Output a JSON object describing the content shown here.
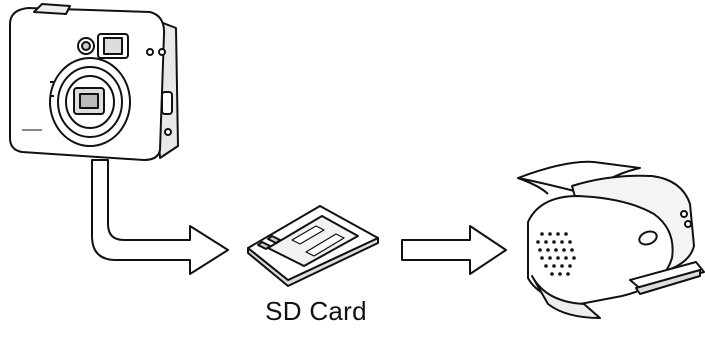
{
  "diagram": {
    "nodes": [
      {
        "id": "camera",
        "icon": "digital-camera-icon"
      },
      {
        "id": "sd-card",
        "icon": "sd-card-icon",
        "label": "SD Card"
      },
      {
        "id": "printer",
        "icon": "printer-icon"
      }
    ],
    "edges": [
      {
        "from": "camera",
        "to": "sd-card",
        "icon": "elbow-arrow-icon"
      },
      {
        "from": "sd-card",
        "to": "printer",
        "icon": "right-arrow-icon"
      }
    ],
    "colors": {
      "stroke": "#111111",
      "fill": "#ffffff",
      "shade": "#dddddd"
    }
  }
}
